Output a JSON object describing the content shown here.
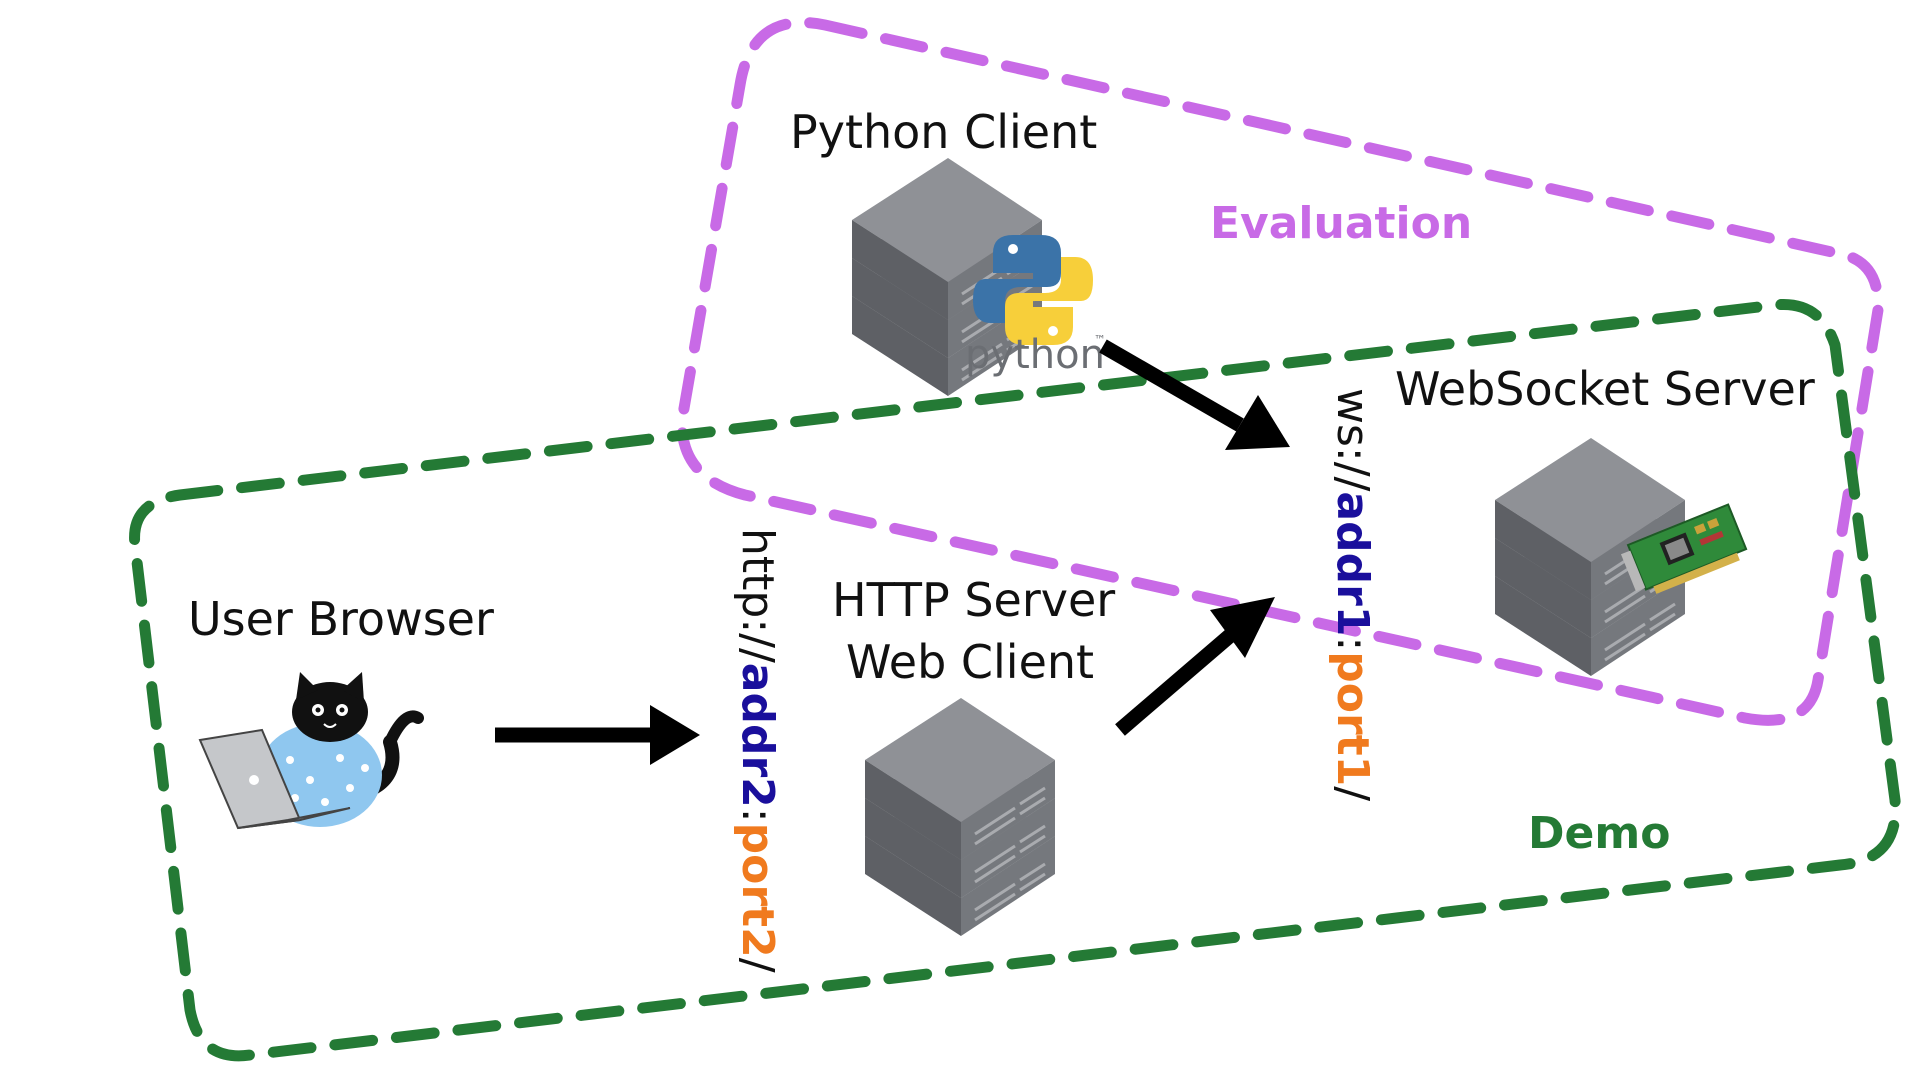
{
  "groups": {
    "evaluation": {
      "label": "Evaluation",
      "color": "#c86ae6"
    },
    "demo": {
      "label": "Demo",
      "color": "#247a35"
    }
  },
  "nodes": {
    "python_client": {
      "label": "Python Client",
      "logo_text": "python",
      "logo_tm": "™"
    },
    "websocket_server": {
      "label": "WebSocket Server"
    },
    "user_browser": {
      "label": "User Browser"
    },
    "http_server": {
      "line1": "HTTP Server",
      "line2": "Web Client"
    }
  },
  "urls": {
    "ws": {
      "scheme": "ws://",
      "addr": "addr1",
      "sep": ":",
      "port": "port1",
      "slash": "/"
    },
    "http": {
      "scheme": "http://",
      "addr": "addr2",
      "sep": ":",
      "port": "port2",
      "slash": "/"
    }
  },
  "colors": {
    "addr": "#1a0f9c",
    "port": "#f07a1e",
    "arrow": "#000000",
    "server_top": "#8e9094",
    "server_side": "#5f6166",
    "server_front": "#74777c"
  },
  "icons": {
    "server": "server-rack-icon",
    "python": "python-logo-icon",
    "cat": "cat-with-laptop-icon",
    "gpu": "gpu-card-icon"
  }
}
